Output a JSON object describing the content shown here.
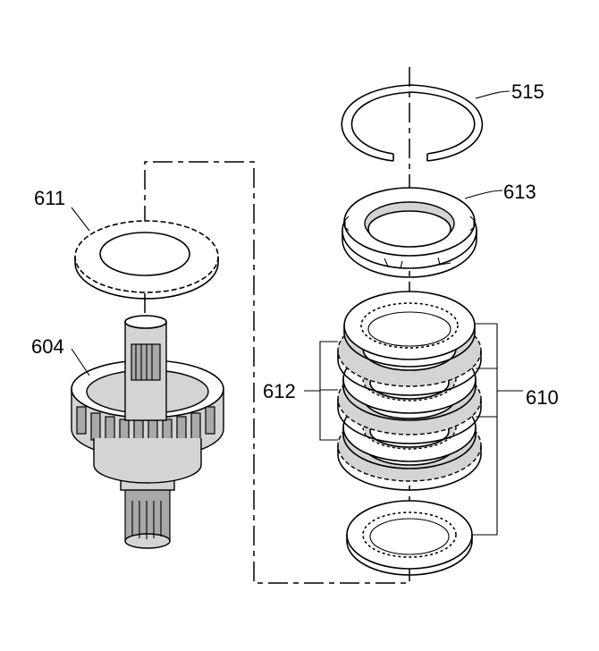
{
  "callouts": {
    "c515": "515",
    "c613": "613",
    "c611": "611",
    "c604": "604",
    "c612": "612",
    "c610": "610"
  }
}
